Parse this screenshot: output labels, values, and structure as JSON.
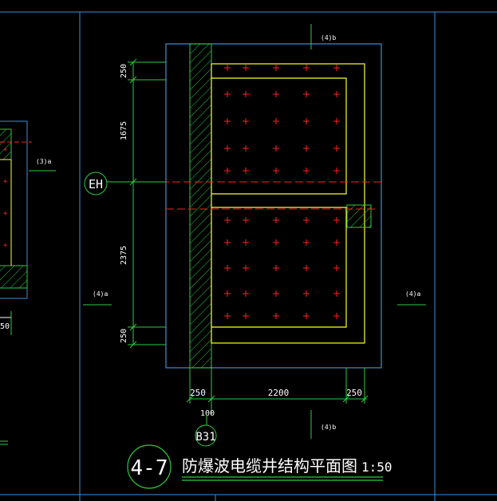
{
  "drawing": {
    "title": "防爆波电缆井结构平面图",
    "scale": "1:50",
    "detail_number": "4-7",
    "axis_eh": "EH",
    "axis_b31": "B31",
    "section_4b_top": "(4)b",
    "section_4b_bottom": "(4)b",
    "section_4a_left": "(4)a",
    "section_4a_right": "(4)a",
    "section_3a": "(3)a",
    "dims_vertical": [
      "250",
      "1675",
      "2375",
      "250"
    ],
    "dims_horizontal": [
      "250",
      "2200",
      "250"
    ],
    "dim_wall": "100",
    "dim_left_partial": "50"
  },
  "colors": {
    "background": "#000000",
    "frame": "#3f8fd9",
    "hatch": "#2ecc40",
    "fill_marks": "#ff2020",
    "slab_edge": "#ffff33",
    "dimension": "#ffffff"
  }
}
